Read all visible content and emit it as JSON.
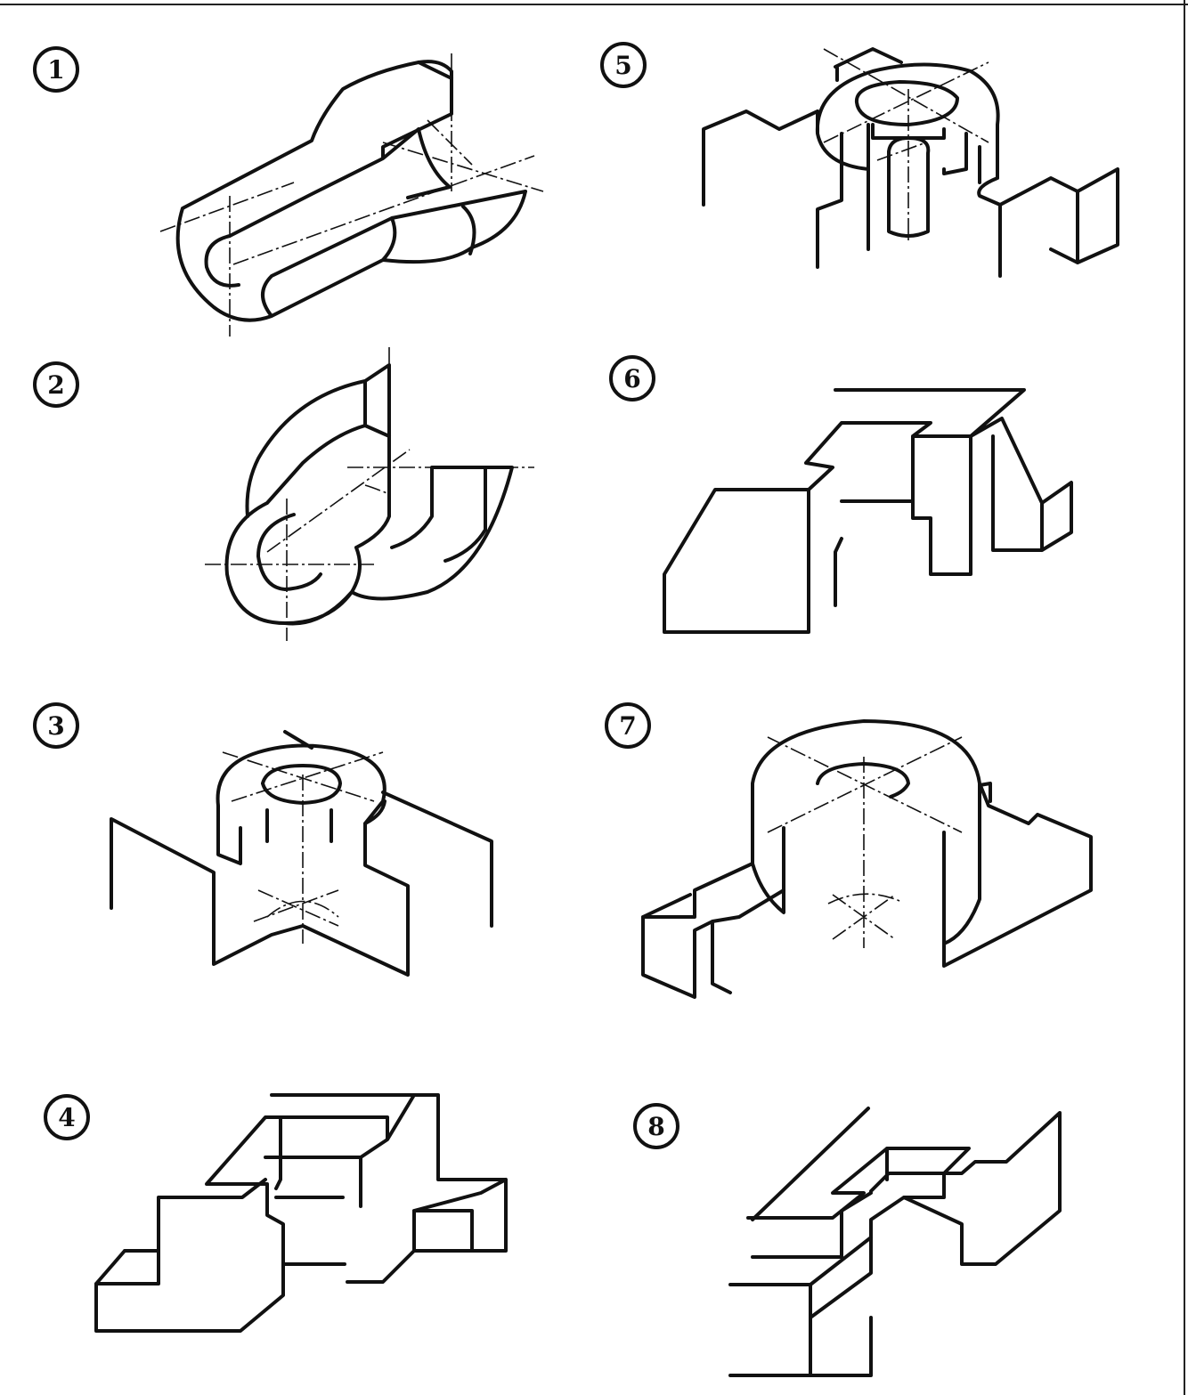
{
  "figures": [
    {
      "id": "fig-1",
      "label": "1"
    },
    {
      "id": "fig-2",
      "label": "2"
    },
    {
      "id": "fig-3",
      "label": "3"
    },
    {
      "id": "fig-4",
      "label": "4"
    },
    {
      "id": "fig-5",
      "label": "5"
    },
    {
      "id": "fig-6",
      "label": "6"
    },
    {
      "id": "fig-7",
      "label": "7"
    },
    {
      "id": "fig-8",
      "label": "8"
    }
  ]
}
